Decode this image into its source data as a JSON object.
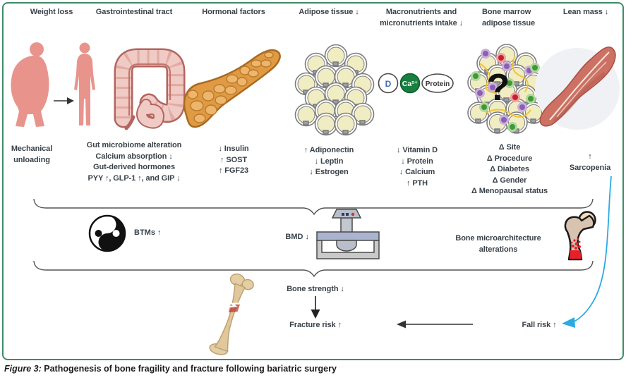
{
  "columns": [
    {
      "header": "Weight loss",
      "lines": [
        "Mechanical",
        "unloading"
      ]
    },
    {
      "header": "Gastrointestinal tract",
      "lines": [
        "Gut microbiome alteration",
        "Calcium absorption ↓",
        "Gut-derived hormones",
        "PYY ↑, GLP-1 ↑, and GIP ↓"
      ]
    },
    {
      "header": "Hormonal factors",
      "lines": [
        "↓ Insulin",
        "↑ SOST",
        "↑ FGF23"
      ]
    },
    {
      "header": "Adipose tissue ↓",
      "lines": [
        "↑ Adiponectin",
        "↓ Leptin",
        "↓ Estrogen"
      ]
    },
    {
      "header": "Macronutrients and micronutrients intake ↓",
      "lines": [
        "↓ Vitamin D",
        "↓ Protein",
        "↓ Calcium",
        "↑ PTH"
      ]
    },
    {
      "header": "Bone marrow adipose tissue",
      "lines": [
        "Δ Site",
        "Δ Procedure",
        "Δ Diabetes",
        "Δ Gender",
        "Δ Menopausal status"
      ]
    },
    {
      "header": "Lean mass ↓",
      "lines": [
        "↑ Sarcopenia"
      ]
    }
  ],
  "nutrients": {
    "vitamin_d": "D",
    "calcium": "Ca²⁺",
    "protein": "Protein"
  },
  "bone_marrow_question": "?",
  "middle": {
    "btm": "BTMs ↑",
    "bmd": "BMD ↓",
    "microarchitecture": "Bone microarchitecture alterations"
  },
  "bottom": {
    "bone_strength": "Bone strength ↓",
    "fracture_risk": "Fracture risk ↑",
    "fall_risk": "Fall risk ↑"
  },
  "caption": {
    "label": "Figure 3:",
    "text": " Pathogenesis of bone fragility and fracture following bariatric surgery"
  },
  "colors": {
    "frame_green": "#3e8c66",
    "ink": "#3a424a",
    "accent_blue": "#29abe2",
    "calcium_green": "#178040",
    "body_pink": "#e8948c"
  }
}
